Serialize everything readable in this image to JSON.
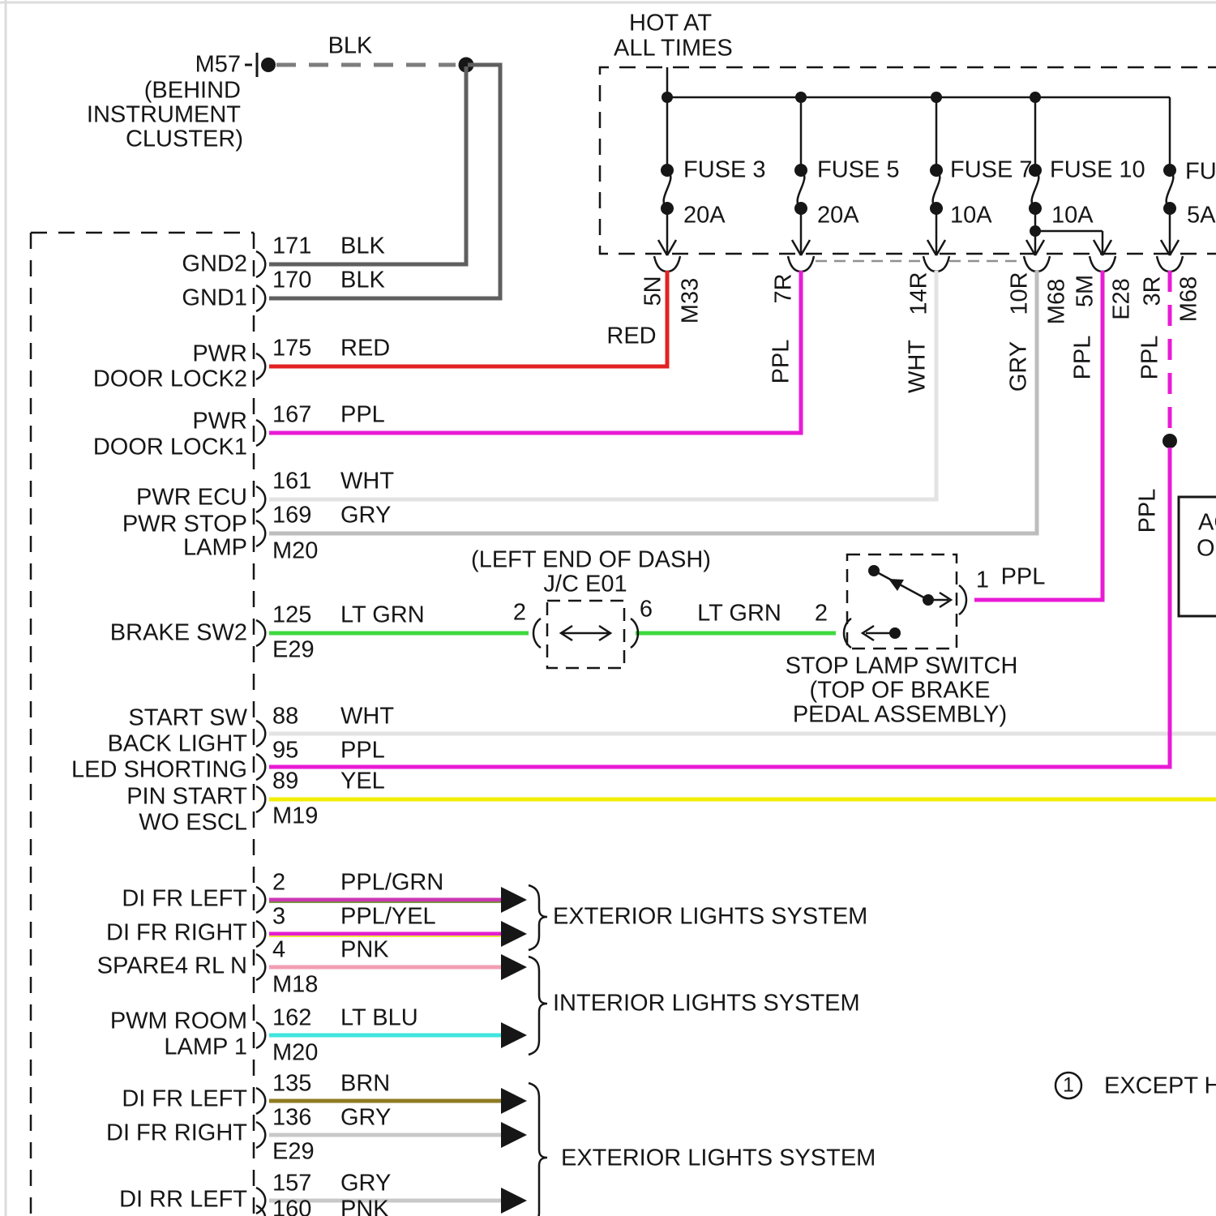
{
  "ground": {
    "id": "M57",
    "loc1": "(BEHIND",
    "loc2": "INSTRUMENT",
    "loc3": "CLUSTER)",
    "wire": "BLK"
  },
  "fusebox": {
    "hot1": "HOT AT",
    "hot2": "ALL TIMES",
    "fuses": [
      {
        "name": "FUSE 3",
        "amps": "20A"
      },
      {
        "name": "FUSE 5",
        "amps": "20A"
      },
      {
        "name": "FUSE 7",
        "amps": "10A"
      },
      {
        "name": "FUSE 10",
        "amps": "10A"
      },
      {
        "name": "FUSE",
        "amps": "5A"
      }
    ]
  },
  "feeds": [
    {
      "pin": "5N",
      "conn": "M33",
      "color": "RED"
    },
    {
      "pin": "7R",
      "conn": "",
      "color": "PPL"
    },
    {
      "pin": "14R",
      "conn": "",
      "color": "WHT"
    },
    {
      "pin": "10R",
      "conn": "M68",
      "color": "GRY"
    },
    {
      "pin": "5M",
      "conn": "E28",
      "color": "PPL"
    },
    {
      "pin": "3R",
      "conn": "M68",
      "color": "PPL"
    }
  ],
  "riser_label": "PPL",
  "pins": [
    {
      "l1": "GND2",
      "num": "171",
      "color": "BLK"
    },
    {
      "l1": "GND1",
      "num": "170",
      "color": "BLK"
    },
    {
      "l1": "PWR",
      "l2": "DOOR LOCK2",
      "num": "175",
      "color": "RED"
    },
    {
      "l1": "PWR",
      "l2": "DOOR LOCK1",
      "num": "167",
      "color": "PPL"
    },
    {
      "l1": "PWR ECU",
      "num": "161",
      "color": "WHT"
    },
    {
      "l1": "PWR STOP",
      "l2": "LAMP",
      "num": "169",
      "color": "GRY",
      "conn": "M20"
    },
    {
      "l1": "BRAKE SW2",
      "num": "125",
      "color": "LT GRN",
      "conn": "E29"
    },
    {
      "l1": "START SW",
      "l2": "BACK LIGHT",
      "num": "88",
      "color": "WHT"
    },
    {
      "l1": "LED SHORTING",
      "num": "95",
      "color": "PPL"
    },
    {
      "l1": "PIN START",
      "l2": "WO ESCL",
      "num": "89",
      "color": "YEL",
      "conn": "M19"
    },
    {
      "l1": "DI FR LEFT",
      "num": "2",
      "color": "PPL/GRN"
    },
    {
      "l1": "DI FR RIGHT",
      "num": "3",
      "color": "PPL/YEL"
    },
    {
      "l1": "SPARE4 RL N",
      "num": "4",
      "color": "PNK",
      "conn": "M18"
    },
    {
      "l1": "PWM ROOM",
      "l2": "LAMP 1",
      "num": "162",
      "color": "LT BLU",
      "conn": "M20"
    },
    {
      "l1": "DI FR LEFT",
      "num": "135",
      "color": "BRN"
    },
    {
      "l1": "DI FR RIGHT",
      "num": "136",
      "color": "GRY",
      "conn": "E29"
    },
    {
      "l1": "DI RR LEFT",
      "num": "157",
      "color": "GRY"
    },
    {
      "num": "160",
      "color": "PNK"
    }
  ],
  "junction": {
    "loc": "(LEFT END OF DASH)",
    "name": "J/C E01",
    "pin_left": "2",
    "pin_right": "6",
    "seg_color": "LT GRN"
  },
  "switch": {
    "pin_in": "2",
    "pin_out": "1",
    "out_color": "PPL",
    "name": "STOP LAMP SWITCH",
    "loc1": "(TOP OF BRAKE",
    "loc2": "PEDAL ASSEMBLY)"
  },
  "systems": {
    "ext1": "EXTERIOR LIGHTS SYSTEM",
    "int1": "INTERIOR LIGHTS SYSTEM",
    "ext2": "EXTERIOR LIGHTS SYSTEM"
  },
  "right_box": {
    "l1": "AC",
    "l2": "O"
  },
  "note": {
    "num": "1",
    "text": "EXCEPT HY"
  },
  "colors": {
    "line": "#161616",
    "blk_wire": "#5f5f5f",
    "blk_dash": "#7d7d7d",
    "red": "#e32222",
    "ppl": "#e81bd6",
    "wht": "#e3e3e3",
    "gry": "#bdbdbd",
    "gry2": "#c8c8c8",
    "lt_grn": "#3ed83e",
    "yel": "#f2ee00",
    "pnk": "#f29eb4",
    "lt_blu": "#40e4de",
    "brn": "#8e7b22",
    "ppl_grn": "#cd37b2",
    "grn_stripe": "#6b8f2f",
    "ppl_yel": "#e41ed2",
    "yel_stripe": "#f0e040",
    "frame": "#dcdcdc",
    "conn_dash": "#909090"
  }
}
